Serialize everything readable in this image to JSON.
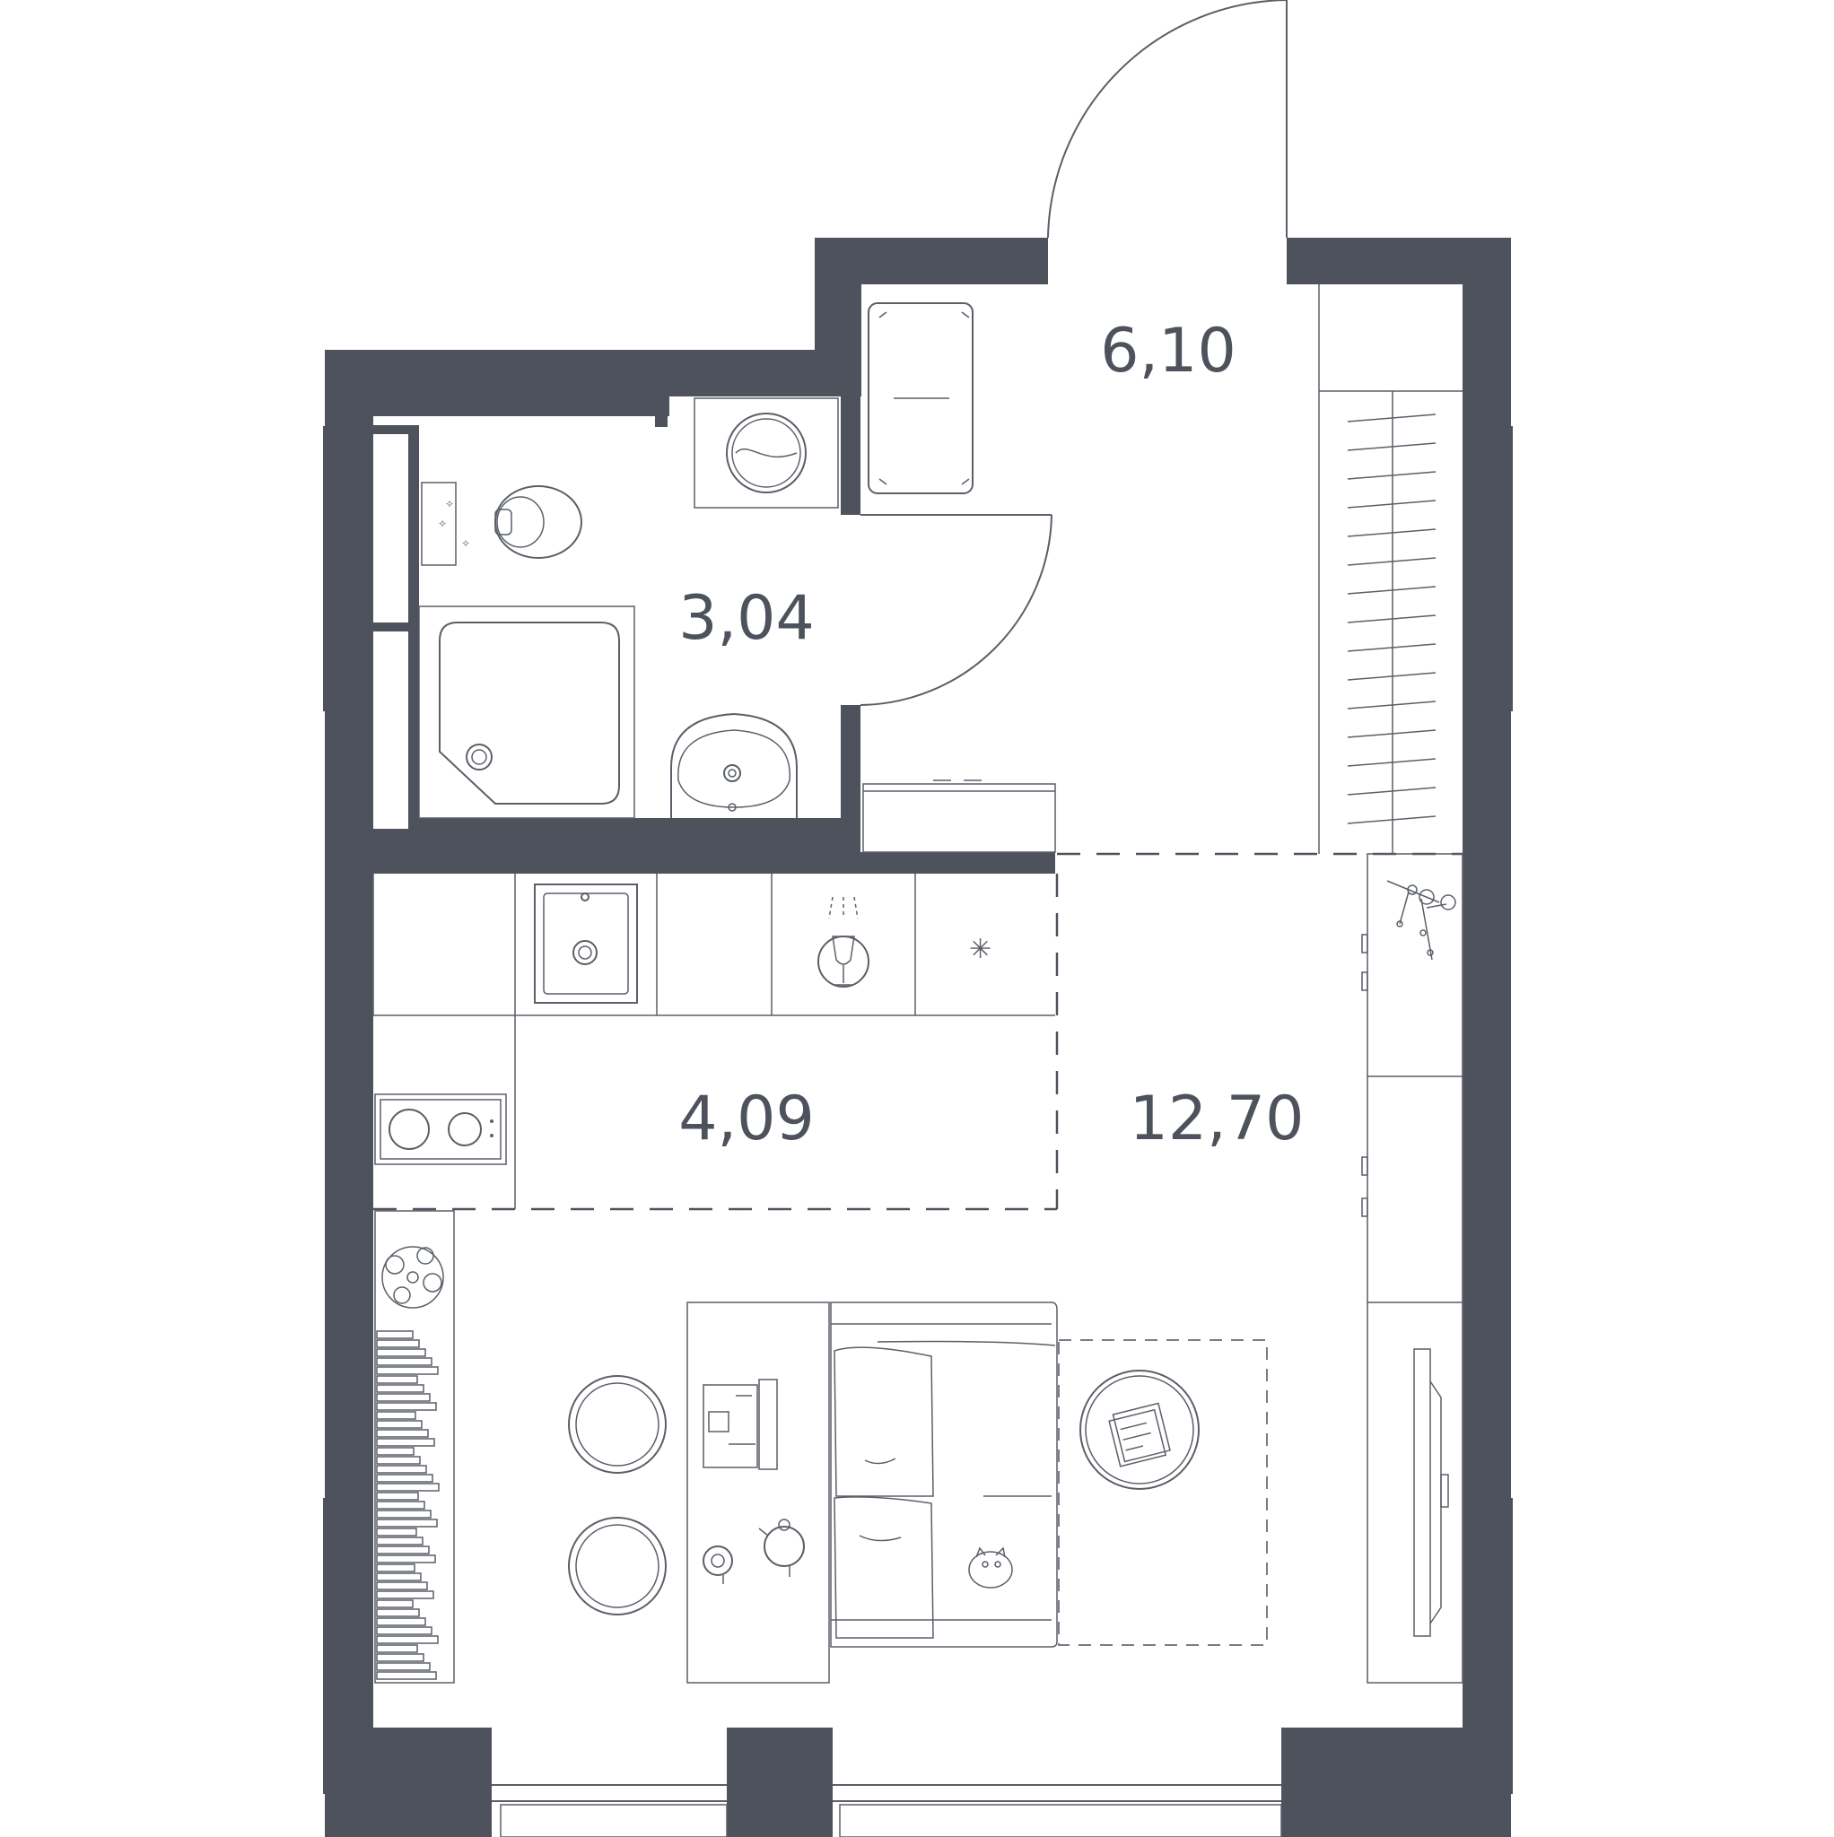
{
  "colors": {
    "wall": "#4d525c",
    "line": "#5a5f68",
    "background": "#ffffff"
  },
  "rooms": [
    {
      "id": "hall",
      "area": "6,10"
    },
    {
      "id": "bathroom",
      "area": "3,04"
    },
    {
      "id": "kitchen",
      "area": "4,09"
    },
    {
      "id": "living",
      "area": "12,70"
    }
  ]
}
